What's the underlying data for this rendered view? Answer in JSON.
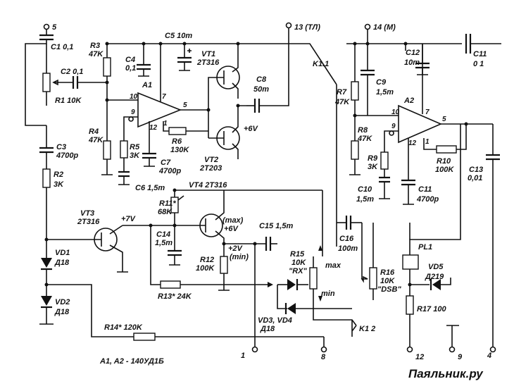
{
  "labels": {
    "t5": "5",
    "t13": "13 (ТЛ)",
    "t14": "14 (М)",
    "t1": "1",
    "t8": "8",
    "t12": "12",
    "t9": "9",
    "t4": "4",
    "c1": "C1 0,1",
    "c2": "C2 0,1",
    "r1": "R1 10K",
    "c3a": "C3",
    "c3b": "4700p",
    "r2a": "R2",
    "r2b": "3K",
    "r3a": "R3",
    "r3b": "47K",
    "c4a": "C4",
    "c4b": "0,1",
    "c5": "C5 10m",
    "vt1a": "VT1",
    "vt1b": "2Т316",
    "a1": "A1",
    "c8a": "C8",
    "c8b": "50m",
    "r4a": "R4",
    "r4b": "47K",
    "r5a": "R5",
    "r5b": "3K",
    "r6a": "R6",
    "r6b": "130K",
    "c7a": "C7",
    "c7b": "4700p",
    "c6": "C6 1,5m",
    "vt2a": "VT2",
    "vt2b": "2Т203",
    "p6v": "+6V",
    "k11": "K1.1",
    "vt4": "VT4 2Т316",
    "r11a": "R11*",
    "r11b": "68K",
    "vt3a": "VT3",
    "vt3b": "2Т316",
    "p7v": "+7V",
    "c14a": "C14",
    "c14b": "1,5m",
    "max1": "(max)",
    "p6v2": "+6V",
    "c15": "C15 1,5m",
    "p2v": "+2V",
    "min1": "(min)",
    "r12a": "R12",
    "r12b": "100K",
    "r13": "R13* 24K",
    "vd1a": "VD1",
    "vd1b": "Д18",
    "vd2a": "VD2",
    "vd2b": "Д18",
    "r14": "R14* 120K",
    "note": "A1, A2 - 140УД1Б",
    "r15a": "R15",
    "r15b": "10K",
    "r15c": "\"RX\"",
    "max2": "max",
    "min2": "min",
    "vd34a": "VD3, VD4",
    "vd34b": "Д18",
    "c16a": "C16",
    "c16b": "100m",
    "r16a": "R16",
    "r16b": "10K",
    "r16c": "\"DSB\"",
    "k12": "K1 2",
    "c9a": "C9",
    "c9b": "1,5m",
    "c12a": "C12",
    "c12b": "10m",
    "c11top_a": "C11",
    "c11top_b": "0 1",
    "r7a": "R7",
    "r7b": "47K",
    "a2": "A2",
    "r8a": "R8",
    "r8b": "47K",
    "r9a": "R9",
    "r9b": "3K",
    "r10a": "R10",
    "r10b": "100K",
    "c13a": "C13",
    "c13b": "0,01",
    "c10a": "C10",
    "c10b": "1,5m",
    "c11a": "C11",
    "c11b": "4700p",
    "pl1": "PL1",
    "vd5a": "VD5",
    "vd5b": "Д219",
    "r17": "R17 100",
    "p10": "10",
    "p7": "7",
    "p5": "5",
    "p9": "9",
    "p12": "12",
    "p1": "1",
    "q10": "10",
    "q7": "7",
    "q5": "5",
    "q9": "9",
    "q12": "12",
    "q1": "1",
    "watermark": "Паяльник.ру"
  }
}
